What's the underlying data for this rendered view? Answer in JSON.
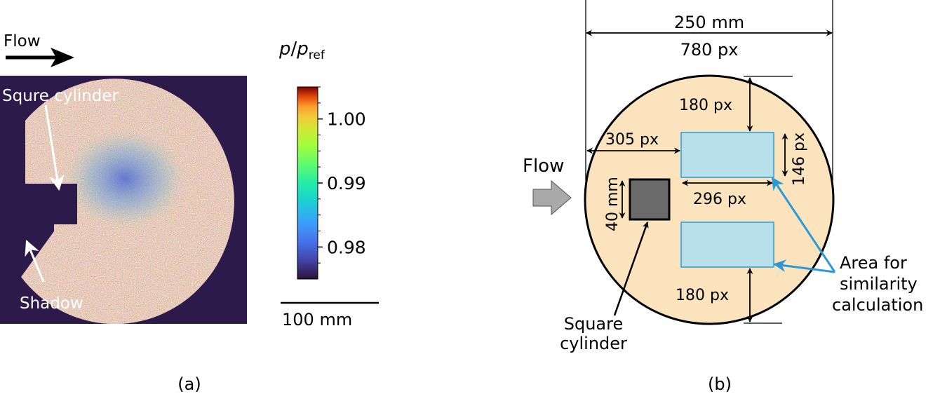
{
  "panel_a": {
    "flow_label": "Flow",
    "cylinder_label": "Squre cylinder",
    "shadow_label": "Shadow",
    "colorbar": {
      "label_p": "p",
      "label_slash": "/",
      "label_pref": "p",
      "label_ref_sub": "ref",
      "min": 0.975,
      "max": 1.005,
      "ticks": [
        {
          "value": 1.0,
          "label": "1.00"
        },
        {
          "value": 0.99,
          "label": "0.99"
        },
        {
          "value": 0.98,
          "label": "0.98"
        }
      ]
    },
    "scale_bar_label": "100 mm",
    "caption": "(a)",
    "colors": {
      "background": "#2b1a4a",
      "noise_mean": "#b0804a"
    }
  },
  "panel_b": {
    "width_mm_label": "250 mm",
    "width_px_label": "780 px",
    "top_gap_label": "180 px",
    "bottom_gap_label": "180 px",
    "left_offset_label": "305 px",
    "rect_height_label": "146 px",
    "rect_width_label": "296 px",
    "cylinder_size_label": "40 mm",
    "flow_label": "Flow",
    "cylinder_label_line1": "Square",
    "cylinder_label_line2": "cylinder",
    "area_label_line1": "Area for",
    "area_label_line2": "similarity",
    "area_label_line3": "calculation",
    "caption": "(b)",
    "colors": {
      "disc_fill": "#fbe3bd",
      "rect_fill": "#b7e0ea",
      "rect_stroke": "#2a9ad6",
      "cylinder_fill": "#6b6b6b",
      "leader_blue": "#2a9ad6",
      "flow_arrow_fill": "#a9a9a9"
    }
  }
}
